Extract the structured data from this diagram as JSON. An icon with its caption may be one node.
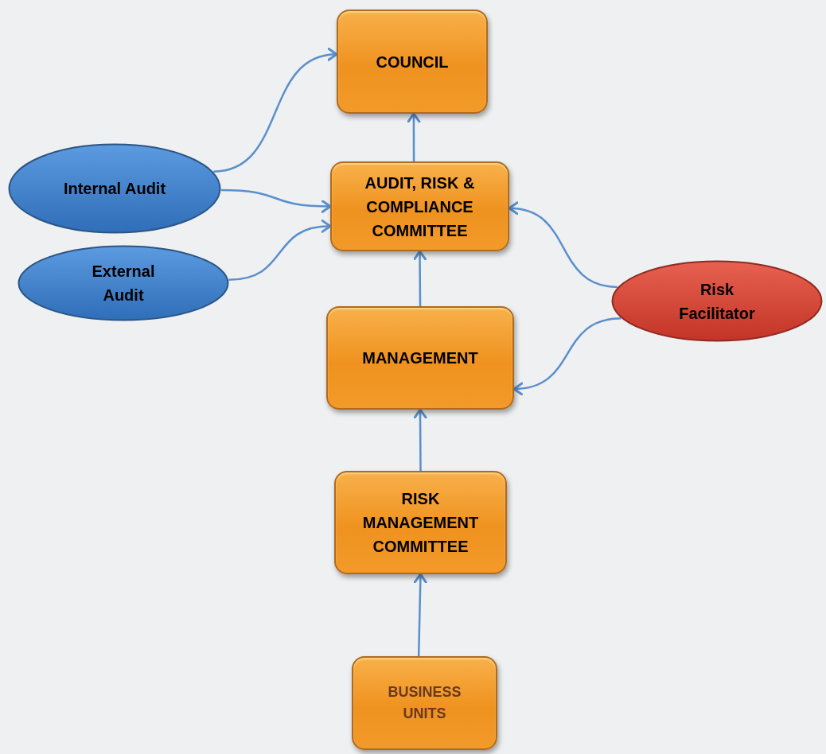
{
  "diagram": {
    "nodes": [
      {
        "text": [
          "COUNCIL"
        ]
      },
      {
        "text": [
          "AUDIT, RISK & COMPLIANCE COMMITTEE"
        ]
      },
      {
        "text": [
          "Internal Audit"
        ]
      },
      {
        "text": [
          "External Audit"
        ]
      },
      {
        "text": [
          "Risk Facilitator"
        ]
      },
      {
        "text": [
          "MANAGEMENT"
        ]
      },
      {
        "text": [
          "RISK MANAGEMENT COMMITTEE"
        ]
      },
      {
        "text": [
          "BUSINESS UNITS"
        ]
      }
    ],
    "edges": [
      {
        "from": 2,
        "to": 0,
        "arrow": "to"
      },
      {
        "from": 2,
        "to": 1,
        "arrow": "to"
      },
      {
        "from": 3,
        "to": 1,
        "arrow": "to"
      },
      {
        "from": 1,
        "to": 0,
        "arrow": "to"
      },
      {
        "from": 4,
        "to": 1,
        "arrow": "to"
      },
      {
        "from": 4,
        "to": 5,
        "arrow": "to"
      },
      {
        "from": 5,
        "to": 1,
        "arrow": "to"
      },
      {
        "from": 6,
        "to": 5,
        "arrow": "to"
      },
      {
        "from": 7,
        "to": 6,
        "arrow": "to"
      }
    ]
  }
}
